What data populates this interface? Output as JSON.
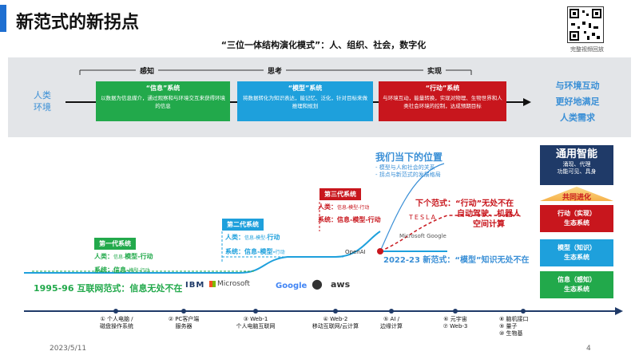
{
  "slide": {
    "title": "新范式的新拐点",
    "subtitle": "“三位一体结构演化模式”：人、组织、社会，数字化",
    "qr_caption": "完整视频回放",
    "date": "2023/5/11",
    "page_number": "4"
  },
  "top_diagram": {
    "left_label": "人类\n环境",
    "stages": [
      "感知",
      "思考",
      "实现"
    ],
    "boxes": [
      {
        "title": "“信息”系统",
        "text": "以数据为信息媒介，通过观察和与环境交互来获得环境的信息"
      },
      {
        "title": "“模型”系统",
        "text": "将数据转化为知识表达，能记忆、泛化，针对目标来做推理和规划"
      },
      {
        "title": "“行动”系统",
        "text": "与环境互动，能量转换，实现对物理、生物世界和人类社会环境的控制，达成预期目标"
      }
    ],
    "right_text": [
      "与环境互动",
      "更好地满足",
      "人类需求"
    ]
  },
  "position": {
    "title": "我们当下的位置",
    "bullets": [
      "- 模型与人和社会的关系",
      "- 拐点与新范式的发展格局"
    ]
  },
  "generations": [
    {
      "title": "第一代系统",
      "human_label": "人类：",
      "human_small": "信息-",
      "human_big": "模型-行动",
      "sys_label": "系统：",
      "sys_big": "信息-",
      "sys_small": "模型-行动"
    },
    {
      "title": "第二代系统",
      "human_label": "人类：",
      "human_small": "信息-模型-",
      "human_big": "行动",
      "sys_label": "系统：",
      "sys_big": "信息-模型-",
      "sys_small": "行动"
    },
    {
      "title": "第三代系统",
      "human_label": "人类：",
      "human_small": "信息-模型-行动",
      "human_big": "",
      "sys_label": "系统：",
      "sys_big": "信息-模型-行动",
      "sys_small": ""
    }
  ],
  "paradigms": {
    "p1995": "1995-96 互联网范式：信息无处不在",
    "p2022": "2022-23 新范式：“模型”知识无处不在",
    "next": "下个范式：“行动”无处不在",
    "next_sub": "自动驾驶、机器人\n空间计算"
  },
  "logos": {
    "ibm": "IBM",
    "microsoft": "Microsoft",
    "google": "Google",
    "apple": "",
    "aws": "aws",
    "openai": "OpenAI",
    "tesla": "TESLA",
    "ms_google": "Microsoft Google"
  },
  "layers": {
    "top_title": "通用智能",
    "top_sub": "涌现、代理\n功能可见、具身",
    "coevolve": "共同进化",
    "action": "行动（实现）\n生态系统",
    "model": "模型（知识）\n生态系统",
    "info": "信息（感知）\n生态系统"
  },
  "timeline": [
    "① 个人电脑 /\n磁盘操作系统",
    "② PC客户端\n服务器",
    "③ Web-1\n个人电脑互联网",
    "④ Web-2\n移动互联网/云计算",
    "⑤ AI /\n边缘计算",
    "⑥ 元宇宙\n⑦ Web-3",
    "⑧ 脑机接口\n⑨ 量子\n⑩ 生物基"
  ],
  "colors": {
    "green": "#22a94b",
    "blue": "#1ea0dc",
    "red": "#c8161d",
    "navy": "#1f3a68",
    "title_blue": "#1f6fd1",
    "light_blue": "#3a8fd6"
  }
}
